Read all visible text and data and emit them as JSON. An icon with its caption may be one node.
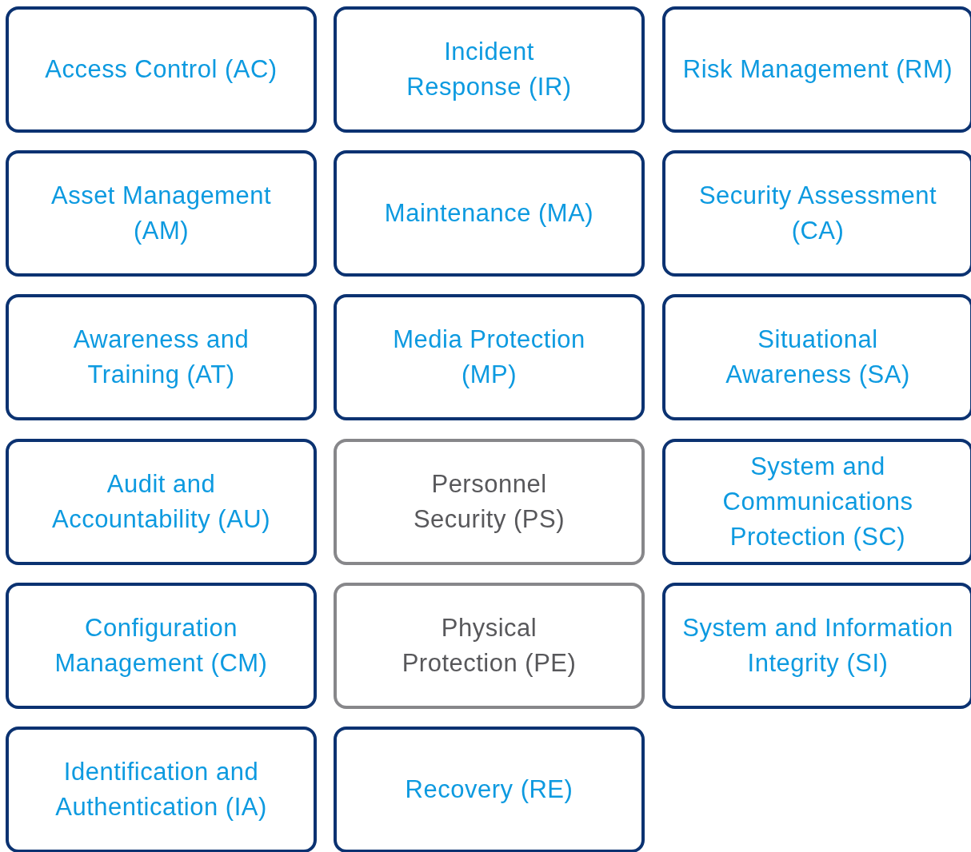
{
  "diagram": {
    "nodes": [
      {
        "text": [
          "Access Control (AC)"
        ]
      },
      {
        "text": [
          "Incident Response (IR)"
        ]
      },
      {
        "text": [
          "Risk Management (RM)"
        ]
      },
      {
        "text": [
          "Asset Management (AM)"
        ]
      },
      {
        "text": [
          "Maintenance (MA)"
        ]
      },
      {
        "text": [
          "Security Assessment (CA)"
        ]
      },
      {
        "text": [
          "Awareness and Training (AT)"
        ]
      },
      {
        "text": [
          "Media Protection (MP)"
        ]
      },
      {
        "text": [
          "Situational Awareness (SA)"
        ]
      },
      {
        "text": [
          "Audit and Accountability (AU)"
        ]
      },
      {
        "text": [
          "Personnel Security (PS)"
        ]
      },
      {
        "text": [
          "System and Communications Protection (SC)"
        ]
      },
      {
        "text": [
          "Configuration Management (CM)"
        ]
      },
      {
        "text": [
          "Physical Protection (PE)"
        ]
      },
      {
        "text": [
          "System and Information Integrity (SI)"
        ]
      },
      {
        "text": [
          "Identification and Authentication (IA)"
        ]
      },
      {
        "text": [
          "Recovery (RE)"
        ]
      }
    ],
    "edges": []
  }
}
